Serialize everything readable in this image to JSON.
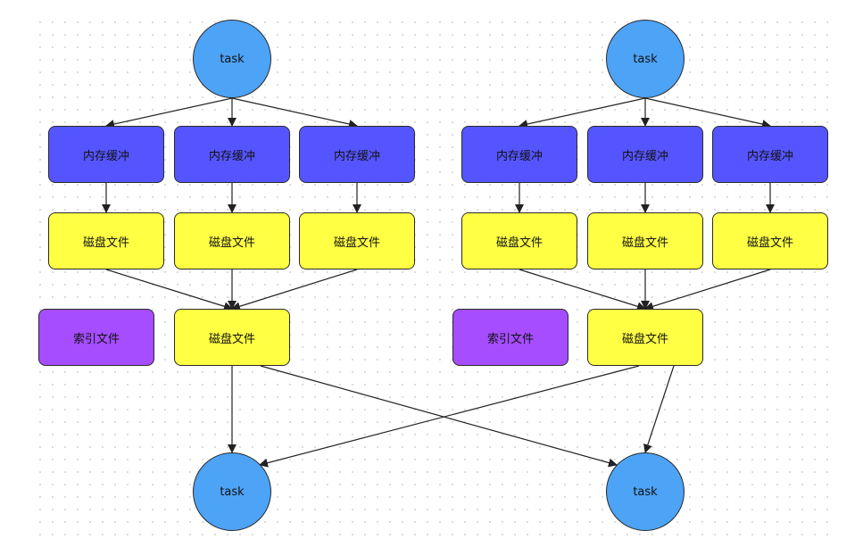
{
  "diagram": {
    "task_label": "task",
    "memory_buffer_label": "内存缓冲",
    "disk_file_label": "磁盘文件",
    "index_file_label": "索引文件"
  },
  "colors": {
    "task": "#4da3f5",
    "memory_buffer": "#5555ff",
    "disk_file": "#ffff44",
    "index_file": "#a64dff",
    "edge": "#222222"
  }
}
